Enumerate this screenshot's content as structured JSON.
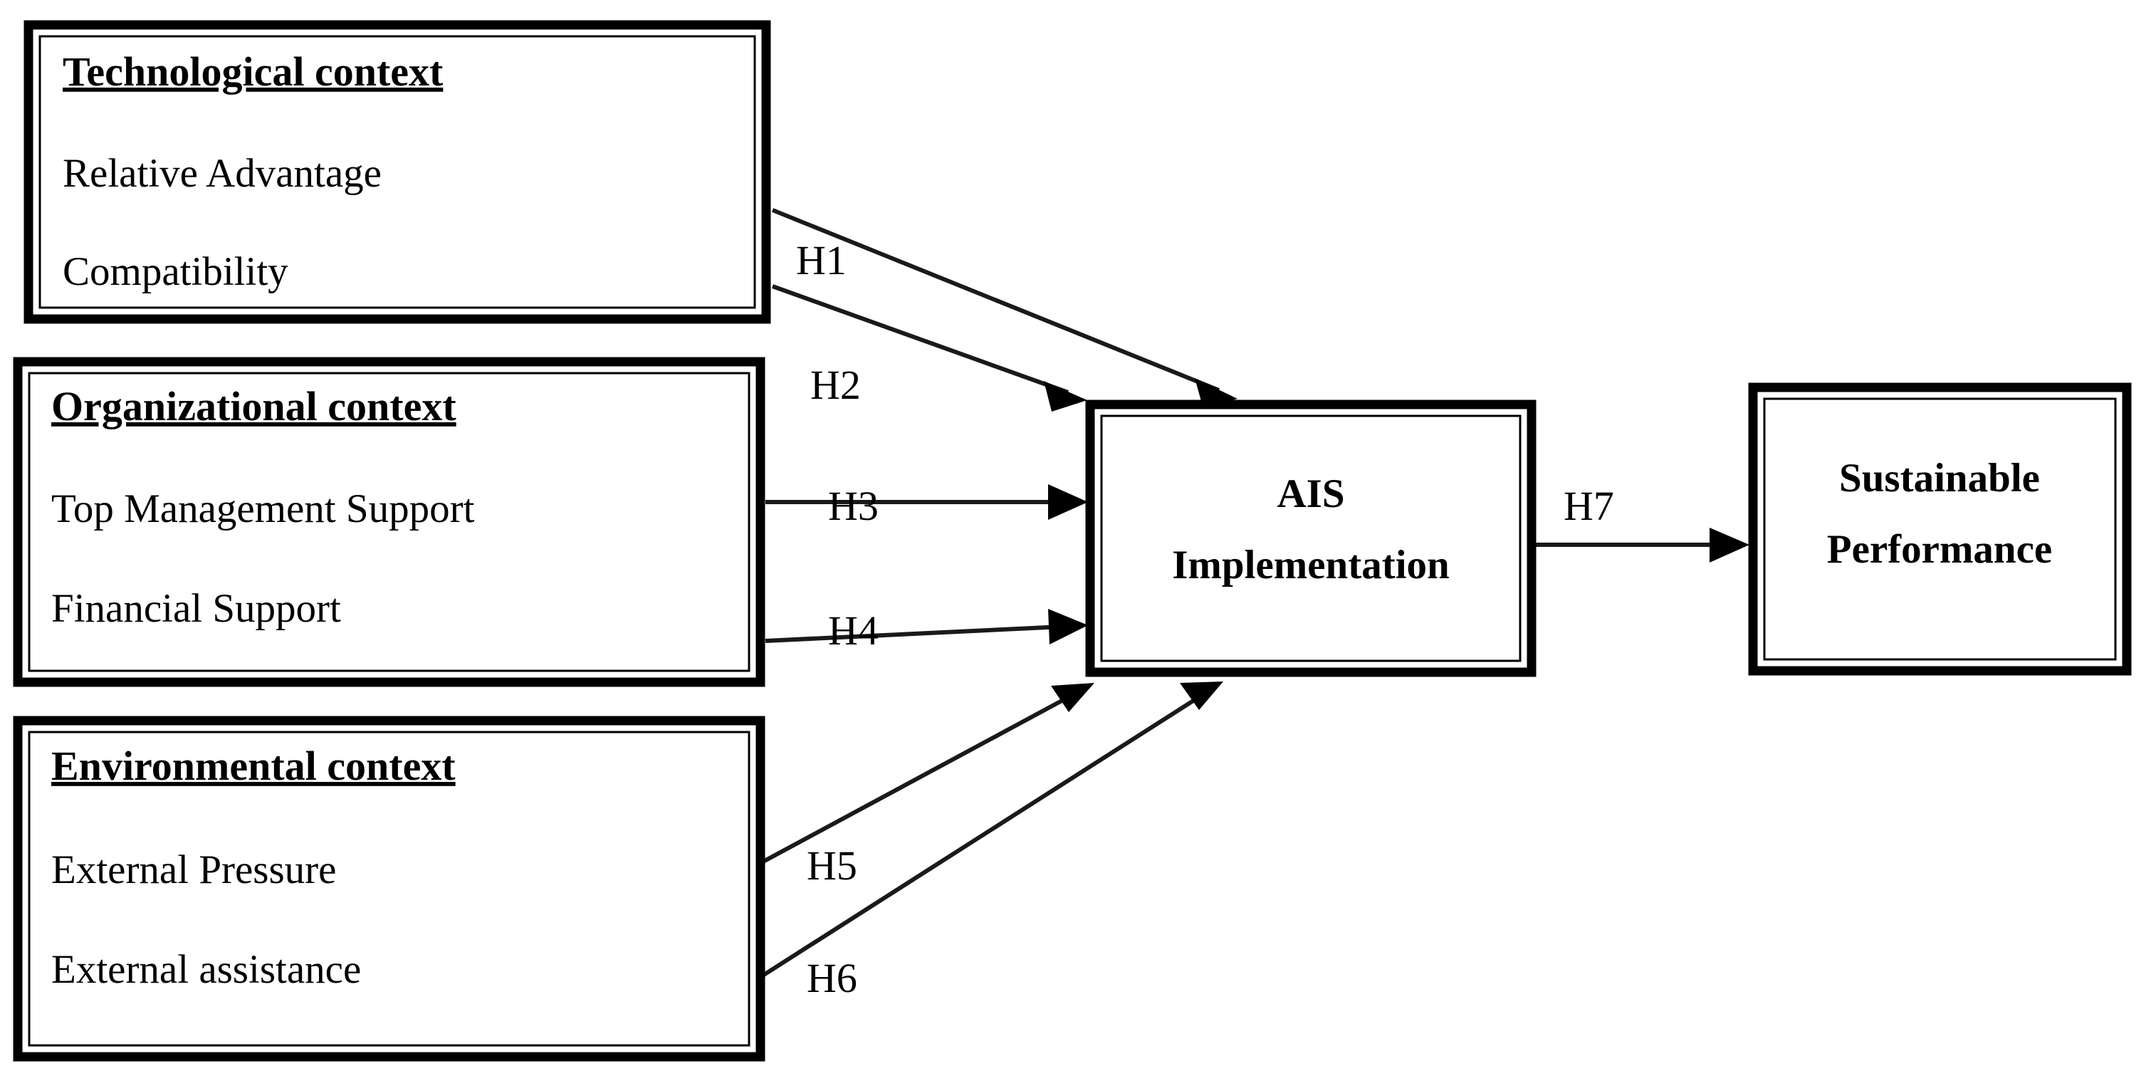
{
  "diagram": {
    "title": "TOE framework research model for AIS implementation and sustainable performance",
    "type": "conceptual-research-model",
    "background_color": "#ffffff",
    "line_color": "#000000",
    "nodes": {
      "technological": {
        "id": "technological-context",
        "title": "Technological context",
        "items": [
          "Relative Advantage",
          "Compatibility"
        ]
      },
      "organizational": {
        "id": "organizational-context",
        "title": "Organizational context",
        "items": [
          "Top Management Support",
          "Financial Support"
        ]
      },
      "environmental": {
        "id": "environmental-context",
        "title": "Environmental context",
        "items": [
          "External Pressure",
          "External assistance"
        ]
      },
      "mediator": {
        "id": "ais-implementation",
        "line1": "AIS",
        "line2": "Implementation"
      },
      "outcome": {
        "id": "sustainable-performance",
        "line1": "Sustainable",
        "line2": "Performance"
      }
    },
    "edges": [
      {
        "id": "h1",
        "label": "H1",
        "from": "Relative Advantage",
        "to": "AIS Implementation"
      },
      {
        "id": "h2",
        "label": "H2",
        "from": "Compatibility",
        "to": "AIS Implementation"
      },
      {
        "id": "h3",
        "label": "H3",
        "from": "Top Management Support",
        "to": "AIS Implementation"
      },
      {
        "id": "h4",
        "label": "H4",
        "from": "Financial Support",
        "to": "AIS Implementation"
      },
      {
        "id": "h5",
        "label": "H5",
        "from": "External Pressure",
        "to": "AIS Implementation"
      },
      {
        "id": "h6",
        "label": "H6",
        "from": "External assistance",
        "to": "AIS Implementation"
      },
      {
        "id": "h7",
        "label": "H7",
        "from": "AIS Implementation",
        "to": "Sustainable Performance"
      }
    ]
  }
}
